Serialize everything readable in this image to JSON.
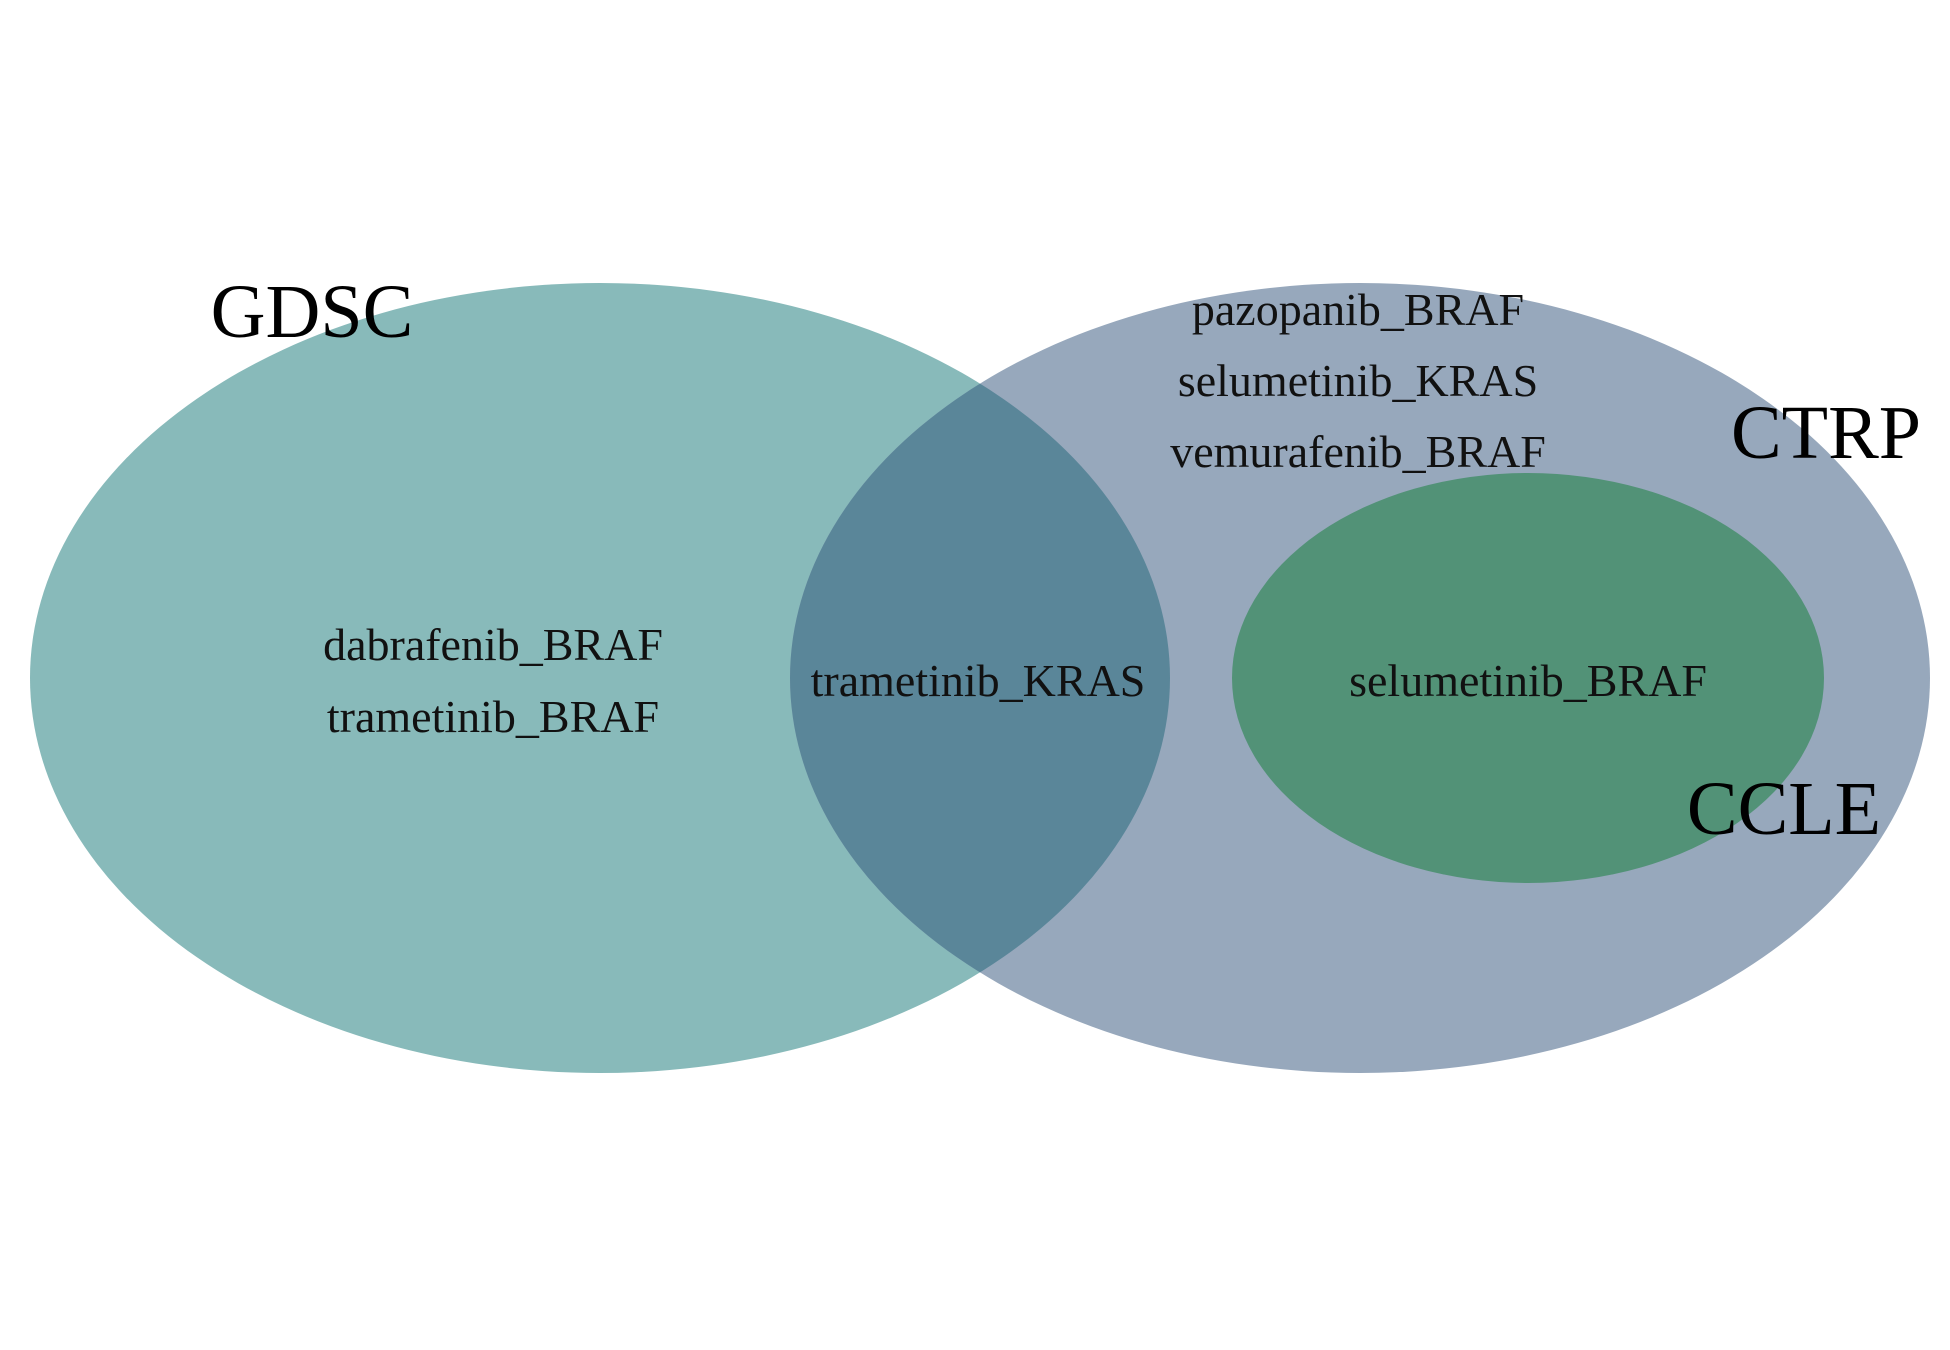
{
  "sets": {
    "gdsc": {
      "label": "GDSC",
      "color": "#88baba"
    },
    "ctrp": {
      "label": "CTRP",
      "color": "#97a8bc"
    },
    "ccle": {
      "label": "CCLE",
      "color": "#529277"
    },
    "gdsc_ctrp_overlap_color": "#5a8699"
  },
  "regions": {
    "gdsc_only": [
      "dabrafenib_BRAF",
      "trametinib_BRAF"
    ],
    "gdsc_and_ctrp": [
      "trametinib_KRAS"
    ],
    "ctrp_only": [
      "pazopanib_BRAF",
      "selumetinib_KRAS",
      "vemurafenib_BRAF"
    ],
    "ctrp_and_ccle": [
      "selumetinib_BRAF"
    ]
  }
}
